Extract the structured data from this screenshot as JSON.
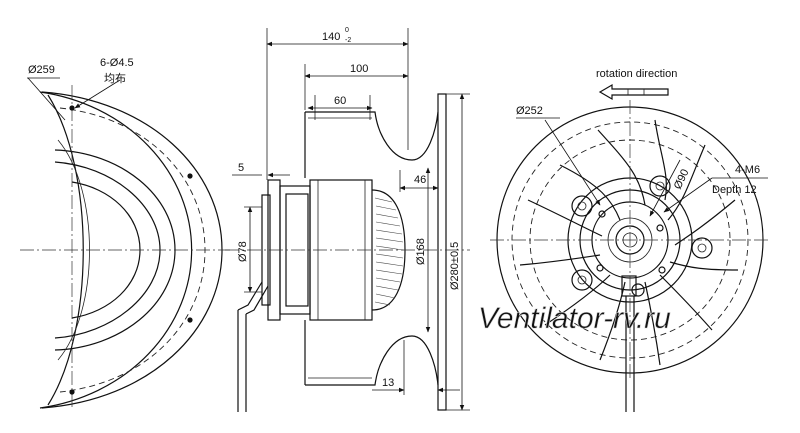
{
  "left_view": {
    "dia_outer": "Ø259",
    "holes": "6-Ø4.5",
    "holes_note": "均布"
  },
  "side_view": {
    "dim_overall": "140",
    "dim_overall_tol_upper": "0",
    "dim_overall_tol_lower": "-2",
    "dim_100": "100",
    "dim_60": "60",
    "dim_5": "5",
    "dim_46": "46",
    "dim_13": "13",
    "dia_78": "Ø78",
    "dia_168": "Ø168",
    "dia_280": "Ø280±0.5"
  },
  "front_view": {
    "rotation_label": "rotation direction",
    "dia_252": "Ø252",
    "dia_90": "Ø90",
    "thread": "4-M6",
    "depth": "Depth 12"
  },
  "watermark": "Ventilator-rv.ru"
}
